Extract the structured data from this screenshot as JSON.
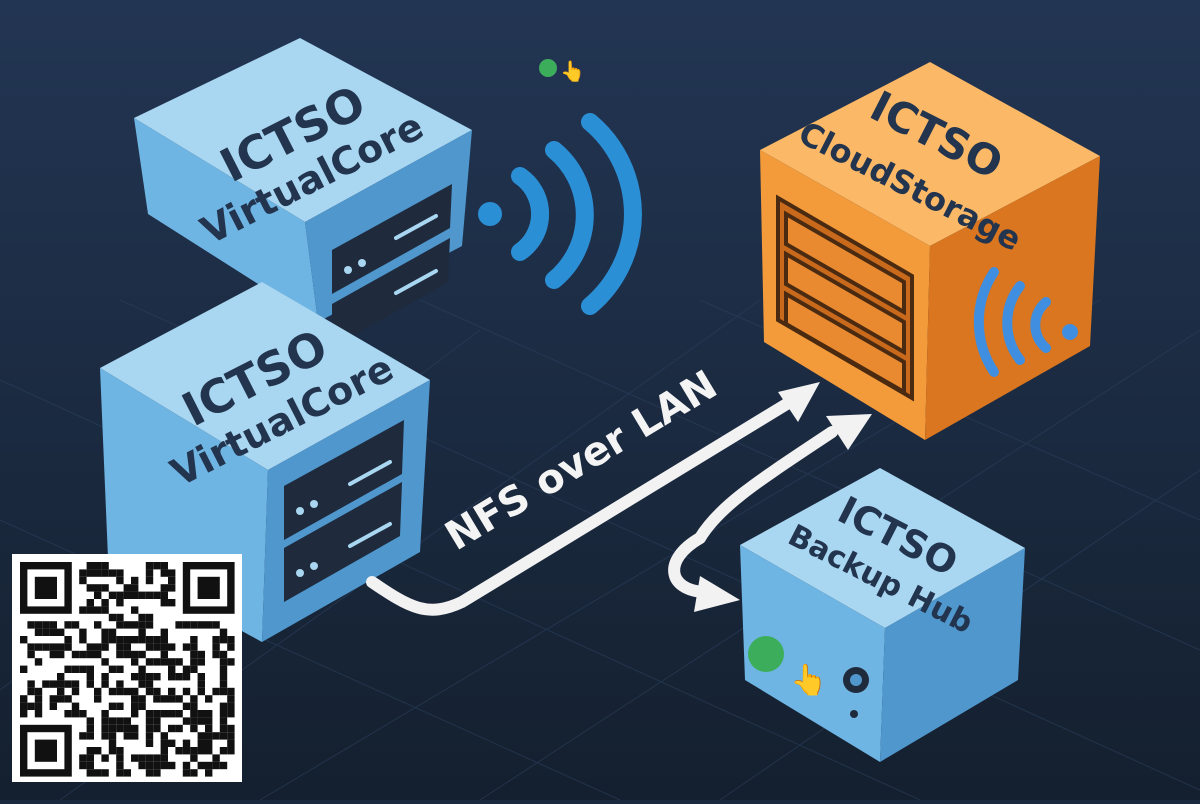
{
  "colors": {
    "background_top": "#223553",
    "background_bottom": "#14202f",
    "grid_line": "#2d4261",
    "blue_top": "#a9d6f1",
    "blue_left": "#6fb5e3",
    "blue_right": "#4f97cd",
    "orange_top": "#fbb866",
    "orange_left": "#f39a3a",
    "orange_right": "#d9761f",
    "label_dark": "#22344e",
    "slot_dark": "#1f2b3d",
    "signal_blue": "#2b8fd6",
    "arrow_white": "#f2f2f2"
  },
  "nodes": [
    {
      "id": "virtualcore-1",
      "label_line1": "ICTSO",
      "label_line2": "VirtualCore",
      "icon": "server-drive-bays-icon"
    },
    {
      "id": "virtualcore-2",
      "label_line1": "ICTSO",
      "label_line2": "VirtualCore",
      "icon": "server-drive-bays-icon"
    },
    {
      "id": "cloudstorage",
      "label_line1": "ICTSO",
      "label_line2": "CloudStorage",
      "icon": "storage-rack-icon"
    },
    {
      "id": "backup-hub",
      "label_line1": "ICTSO",
      "label_line2": "Backup Hub",
      "icon": "power-button-icon"
    }
  ],
  "edges": [
    {
      "from": "virtualcore-2",
      "to": "cloudstorage",
      "label": "NFS over LAN"
    },
    {
      "from": "backup-hub",
      "to": "cloudstorage",
      "label": ""
    },
    {
      "from": "cloudstorage",
      "to": "backup-hub",
      "label": ""
    }
  ],
  "icons": [
    "wifi-signal-icon",
    "green-badge-icon",
    "pointing-hand-icon",
    "qr-code-icon"
  ]
}
